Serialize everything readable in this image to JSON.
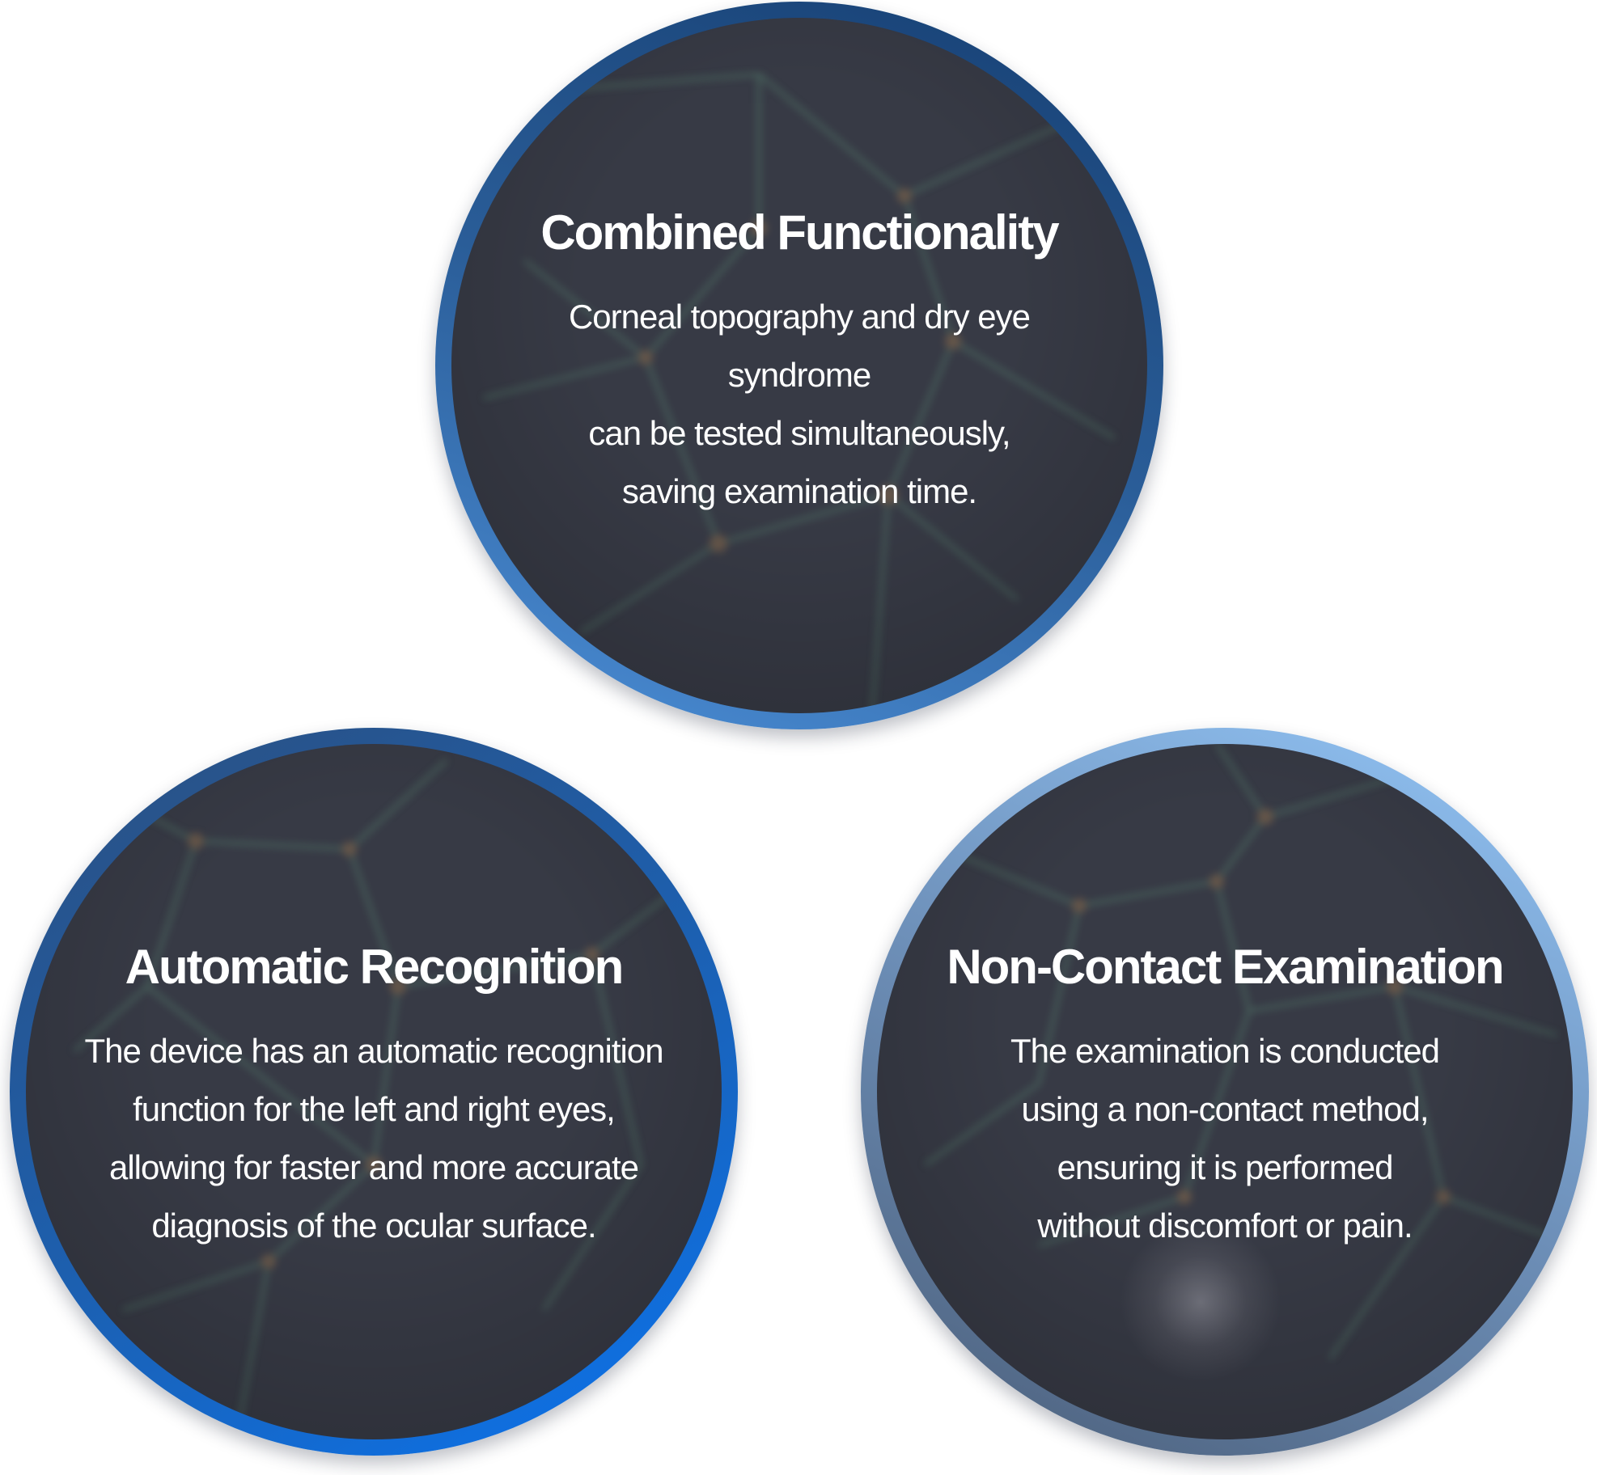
{
  "colors": {
    "circle_fill": "#373a45",
    "ring_top": [
      "#163f72",
      "#4c8fd8"
    ],
    "ring_bottom_left": [
      "#2c4f7e",
      "#0a74f0"
    ],
    "ring_bottom_right": [
      "#93c6f8",
      "#4a5d78"
    ],
    "network_line": "#4e6e63",
    "network_node": "#6e5b4a",
    "text": "#ffffff"
  },
  "features": [
    {
      "id": "combined-functionality",
      "title": "Combined Functionality",
      "lines": [
        "Corneal topography and dry eye",
        "syndrome",
        "can be tested simultaneously,",
        "saving examination time."
      ]
    },
    {
      "id": "automatic-recognition",
      "title": "Automatic Recognition",
      "lines": [
        "The device has an automatic recognition",
        "function for the left and right eyes,",
        "allowing for faster and more accurate",
        "diagnosis of the ocular surface."
      ]
    },
    {
      "id": "non-contact-examination",
      "title": "Non-Contact Examination",
      "lines": [
        "The examination is conducted",
        "using a non-contact method,",
        "ensuring it is performed",
        "without discomfort or pain."
      ]
    }
  ]
}
